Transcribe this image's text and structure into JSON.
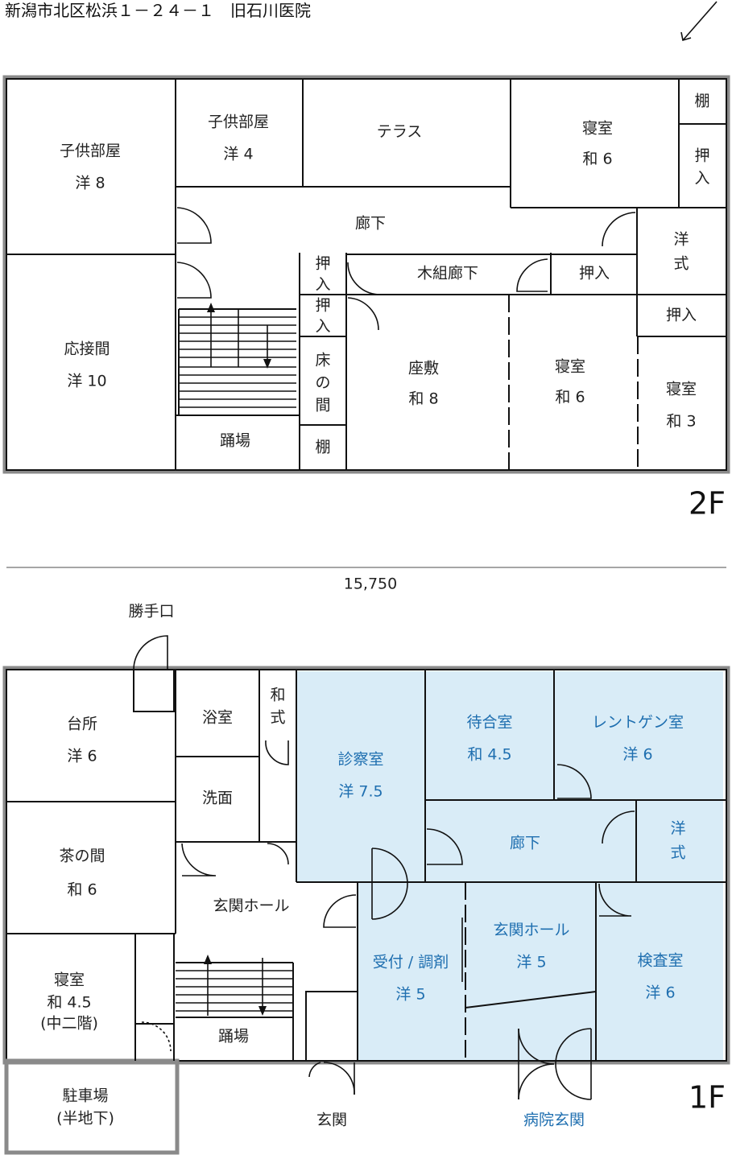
{
  "header": {
    "address": "新潟市北区松浜１－２４－１　旧石川医院"
  },
  "floors": {
    "second": {
      "label": "2F",
      "rooms": {
        "kids8": [
          "子供部屋",
          "洋 8"
        ],
        "kids4": [
          "子供部屋",
          "洋 4"
        ],
        "terrace": [
          "テラス"
        ],
        "bed6n": [
          "寝室",
          "和 6"
        ],
        "shelf_top": [
          "棚"
        ],
        "closet_top": [
          "押",
          "入"
        ],
        "corridor": [
          "廊下"
        ],
        "toilet": [
          "洋",
          "式"
        ],
        "wood_corridor": [
          "木組廊下"
        ],
        "closet_mid": [
          "押入"
        ],
        "closet_right": [
          "押入"
        ],
        "reception": [
          "応接間",
          "洋 10"
        ],
        "closet_a": [
          "押",
          "入"
        ],
        "closet_b": [
          "押",
          "入"
        ],
        "alcove": [
          "床",
          "の",
          "間"
        ],
        "shelf_bottom": [
          "棚"
        ],
        "landing": [
          "踊場"
        ],
        "zashiki": [
          "座敷",
          "和 8"
        ],
        "bed6s": [
          "寝室",
          "和 6"
        ],
        "bed3": [
          "寝室",
          "和 3"
        ]
      }
    },
    "first": {
      "label": "1F",
      "width_dimension": "15,750",
      "rooms": {
        "back_door": [
          "勝手口"
        ],
        "kitchen": [
          "台所",
          "洋 6"
        ],
        "bath": [
          "浴室"
        ],
        "toilet_wa": [
          "和",
          "式"
        ],
        "washroom": [
          "洗面"
        ],
        "tea_room": [
          "茶の間",
          "和 6"
        ],
        "entrance_hall": [
          "玄関ホール"
        ],
        "bed45": [
          "寝室",
          "和 4.5",
          "(中二階)"
        ],
        "landing": [
          "踊場"
        ],
        "parking": [
          "駐車場",
          "(半地下)"
        ],
        "entrance": [
          "玄関"
        ],
        "exam_room": [
          "診察室",
          "洋 7.5"
        ],
        "waiting": [
          "待合室",
          "和 4.5"
        ],
        "xray": [
          "レントゲン室",
          "洋 6"
        ],
        "corridor": [
          "廊下"
        ],
        "toilet_yo": [
          "洋",
          "式"
        ],
        "reception_desk": [
          "受付 / 調剤",
          "洋 5"
        ],
        "clinic_hall": [
          "玄関ホール",
          "洋 5"
        ],
        "lab": [
          "検査室",
          "洋 6"
        ],
        "clinic_entrance": [
          "病院玄関"
        ]
      }
    }
  },
  "colors": {
    "clinic_fill": "#d9ecf7",
    "clinic_text": "#1f6fb0",
    "wall": "#111111",
    "outer_wall": "#8a8a8a"
  },
  "icons": {
    "north": "north-arrow-icon"
  }
}
